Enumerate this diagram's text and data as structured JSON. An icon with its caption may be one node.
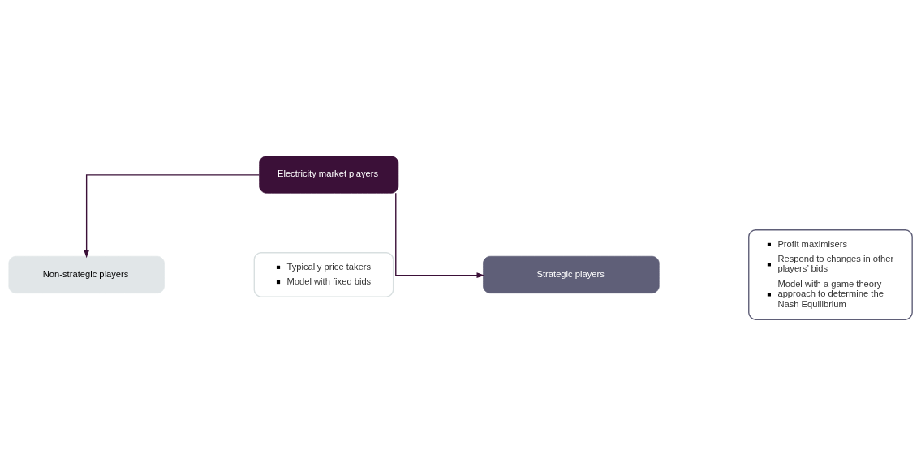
{
  "diagram": {
    "nodes": [
      {
        "text": [
          "Electricity market players"
        ]
      },
      {
        "text": [
          "Non-strategic players"
        ]
      },
      {
        "text": [
          "Typically price takers",
          "Model with fixed bids"
        ]
      },
      {
        "text": [
          "Strategic players"
        ]
      },
      {
        "text": [
          "Profit maximisers",
          "Respond to changes in other players’ bids",
          "Model with a game theory approach to determine the Nash Equilibrium"
        ]
      }
    ],
    "edges": [
      {
        "from": 0,
        "to": 1,
        "arrow": "to",
        "color": "#3b1038"
      },
      {
        "from": 0,
        "to": 3,
        "arrow": "to",
        "color": "#3b1038"
      }
    ]
  }
}
